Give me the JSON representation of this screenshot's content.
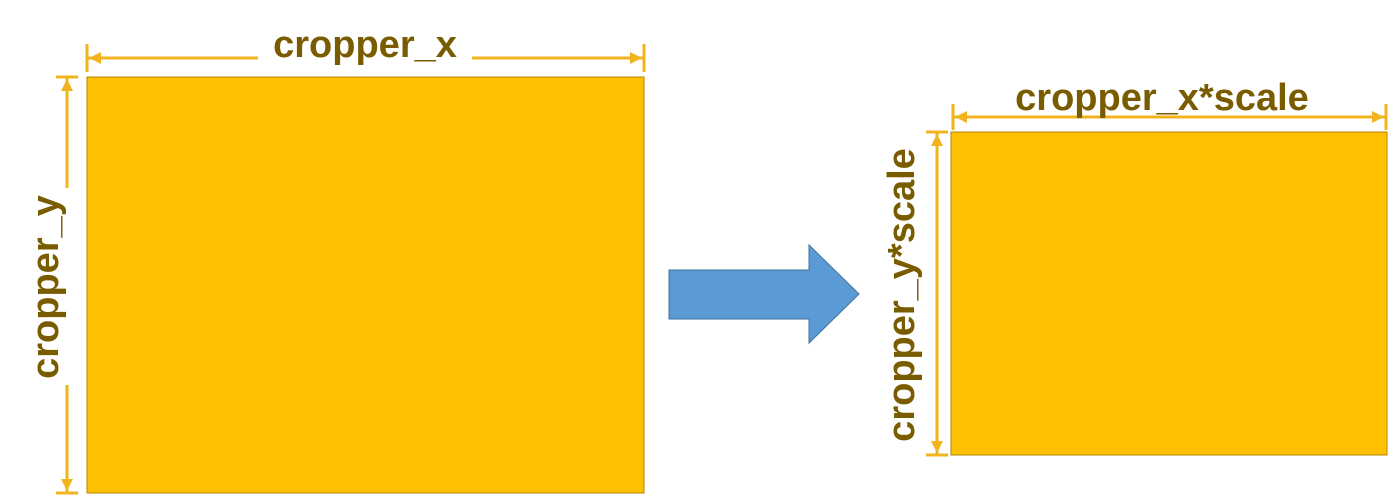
{
  "colors": {
    "rect_fill": "#FFC000",
    "rect_stroke": "#B38600",
    "dimension_line": "#F2B41E",
    "label_text": "#7A5C00",
    "arrow_fill": "#5B9BD5",
    "arrow_stroke": "#41719C",
    "background": "#FFFFFF"
  },
  "left": {
    "width_label": "cropper_x",
    "height_label": "cropper_y"
  },
  "right": {
    "width_label": "cropper_x*scale",
    "height_label": "cropper_y*scale"
  },
  "connector": {
    "icon": "right-arrow-icon"
  }
}
